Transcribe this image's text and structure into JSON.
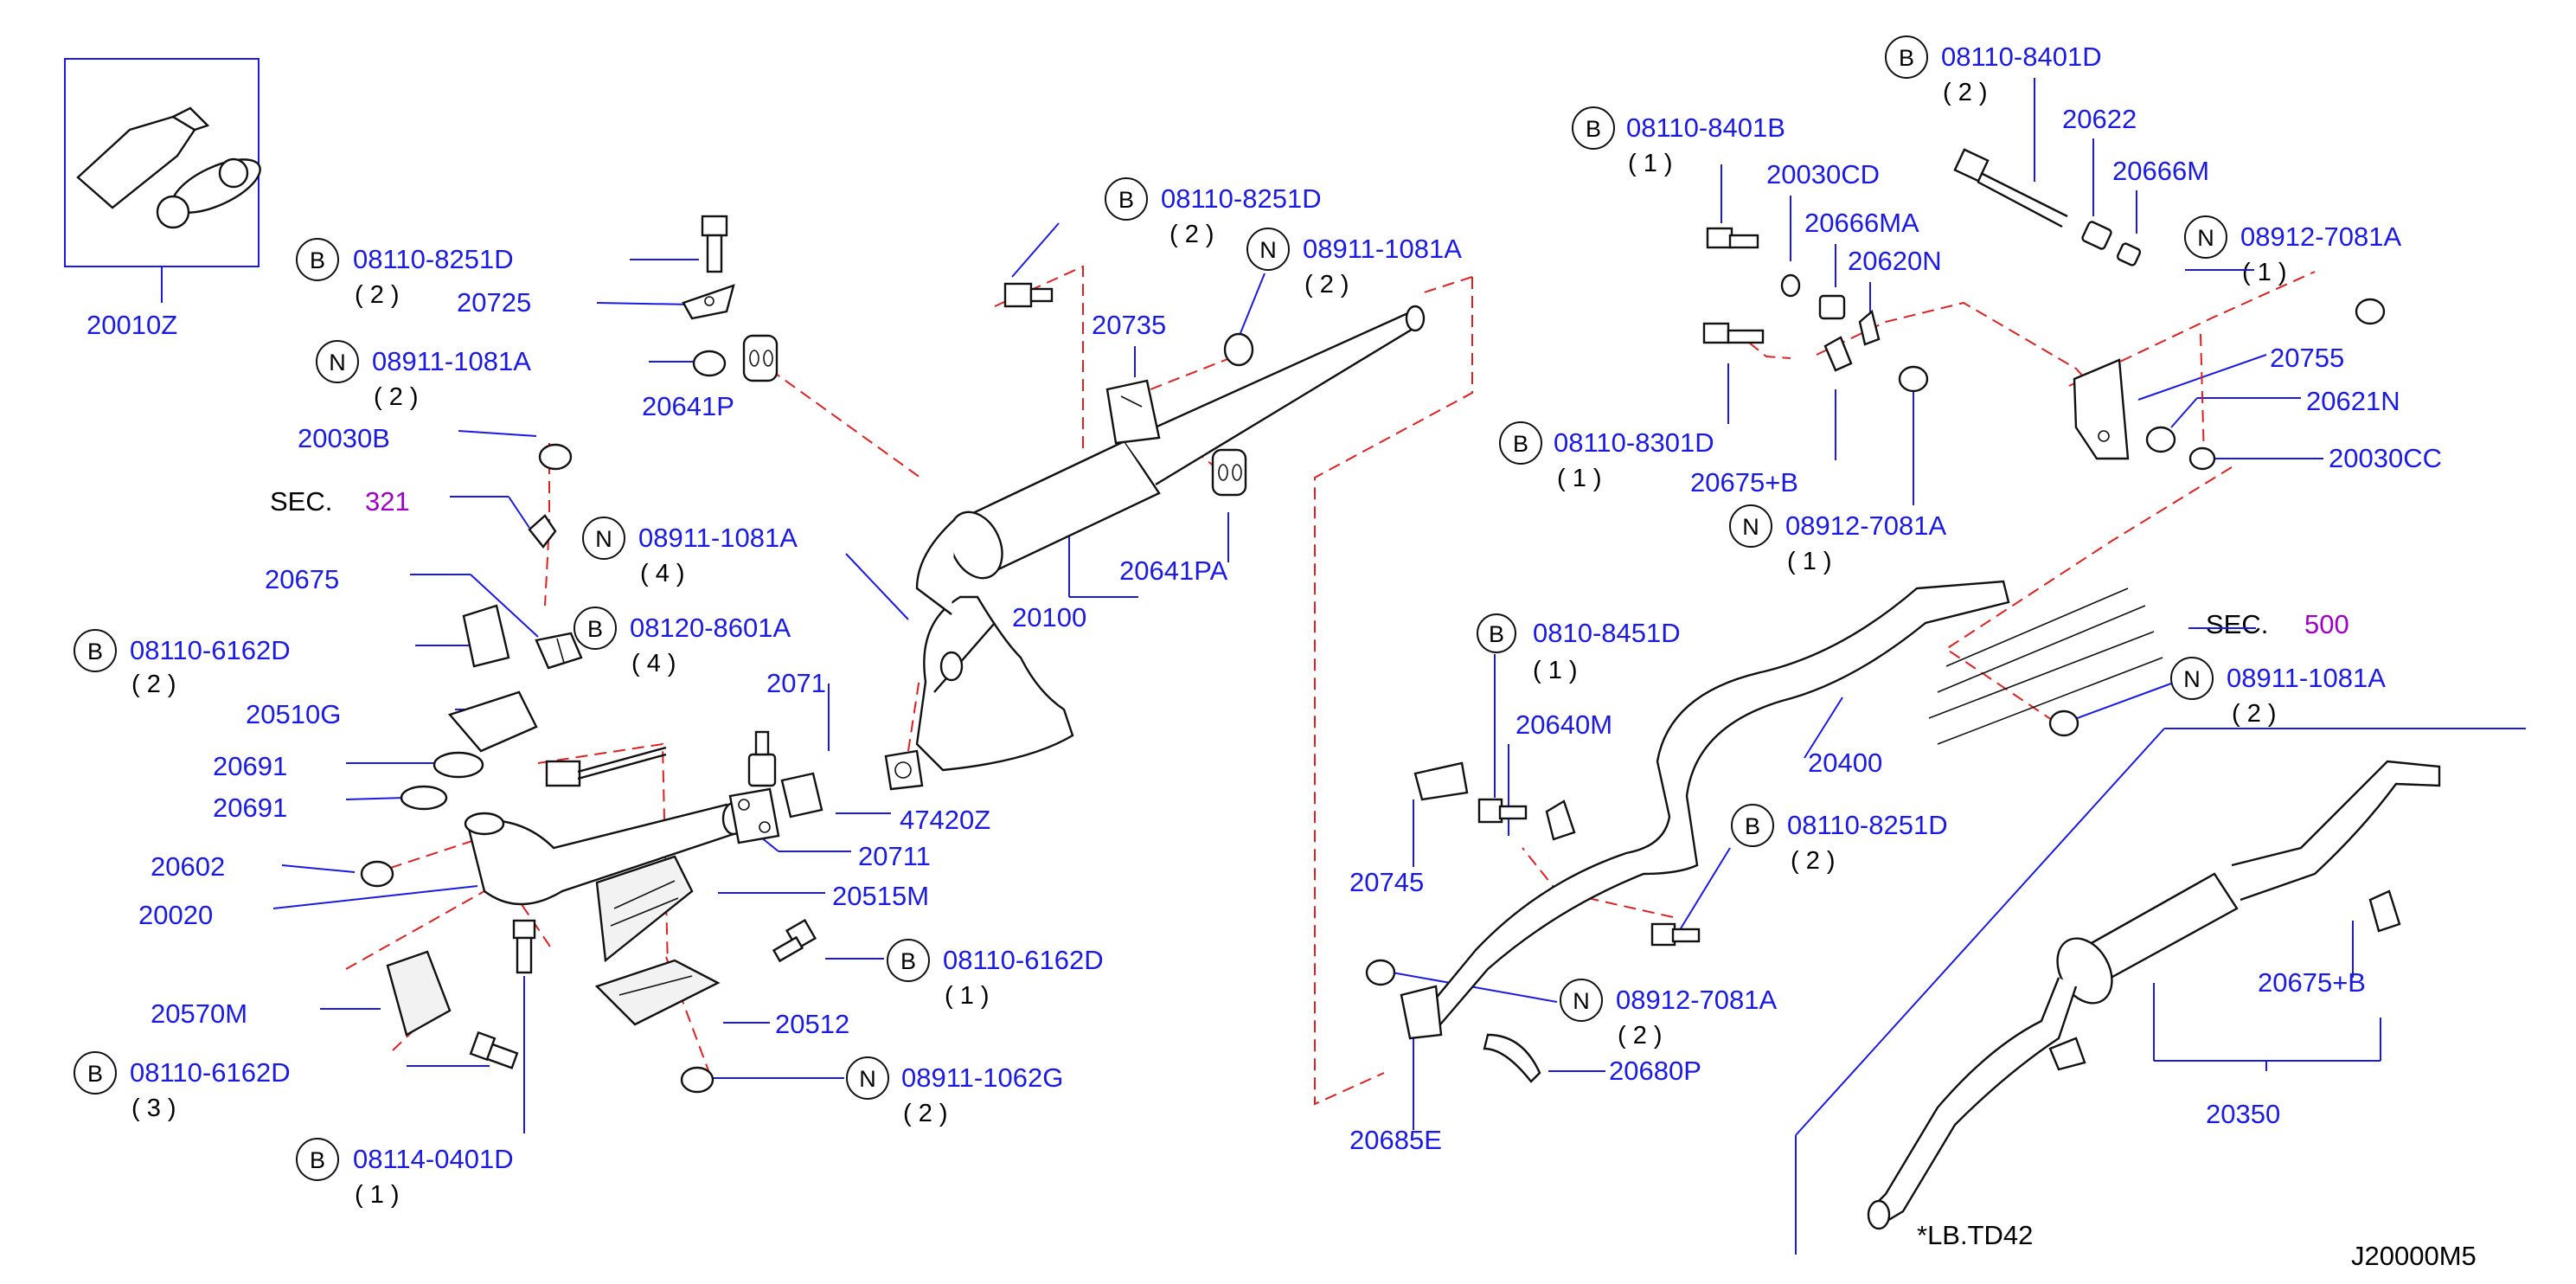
{
  "diagram_code": "J20000M5",
  "note_lb": "*LB.TD42",
  "labels": {
    "l20010Z": "20010Z",
    "l20725": "20725",
    "l20641P": "20641P",
    "l20030B": "20030B",
    "l20675": "20675",
    "l20510G": "20510G",
    "l20691a": "20691",
    "l20691b": "20691",
    "l20602": "20602",
    "l20020": "20020",
    "l20570M": "20570M",
    "l20735": "20735",
    "l20100": "20100",
    "l20641PA": "20641PA",
    "l2071x": "2071",
    "l47420Z": "47420Z",
    "l20711": "20711",
    "l20515M": "20515M",
    "l20512": "20512",
    "l20622": "20622",
    "l20030CD": "20030CD",
    "l20666M": "20666M",
    "l20666MA": "20666MA",
    "l20620N": "20620N",
    "l20755": "20755",
    "l20621N": "20621N",
    "l20030CC": "20030CC",
    "l20675B": "20675+B",
    "l20400": "20400",
    "l20640M": "20640M",
    "l20745": "20745",
    "l20685E": "20685E",
    "l20680P": "20680P",
    "l20675B2": "20675+B",
    "l20350": "20350"
  },
  "fasteners": {
    "f1_letter": "B",
    "f1_pn": "08110-8251D",
    "f1_qty": "( 2 )",
    "f2_letter": "N",
    "f2_pn": "08911-1081A",
    "f2_qty": "( 2 )",
    "f3_letter": "B",
    "f3_pn": "08110-8251D",
    "f3_qty": "( 2 )",
    "f4_letter": "N",
    "f4_pn": "08911-1081A",
    "f4_qty": "( 2 )",
    "f5_letter": "N",
    "f5_pn": "08911-1081A",
    "f5_qty": "( 4 )",
    "f6_letter": "B",
    "f6_pn": "08120-8601A",
    "f6_qty": "( 4 )",
    "f7_letter": "B",
    "f7_pn": "08110-6162D",
    "f7_qty": "( 2 )",
    "f8_letter": "B",
    "f8_pn": "08110-6162D",
    "f8_qty": "( 1 )",
    "f9_letter": "N",
    "f9_pn": "08911-1062G",
    "f9_qty": "( 2 )",
    "f10_letter": "B",
    "f10_pn": "08110-6162D",
    "f10_qty": "( 3 )",
    "f11_letter": "B",
    "f11_pn": "08114-0401D",
    "f11_qty": "( 1 )",
    "f12_letter": "B",
    "f12_pn": "08110-8401D",
    "f12_qty": "( 2 )",
    "f13_letter": "B",
    "f13_pn": "08110-8401B",
    "f13_qty": "( 1 )",
    "f14_letter": "N",
    "f14_pn": "08912-7081A",
    "f14_qty": "( 1 )",
    "f15_letter": "B",
    "f15_pn": "08110-8301D",
    "f15_qty": "( 1 )",
    "f16_letter": "N",
    "f16_pn": "08912-7081A",
    "f16_qty": "( 1 )",
    "f17_letter": "B",
    "f17_pn": "0810-8451D",
    "f17_qty": "( 1 )",
    "f18_letter": "N",
    "f18_pn": "08911-1081A",
    "f18_qty": "( 2 )",
    "f19_letter": "B",
    "f19_pn": "08110-8251D",
    "f19_qty": "( 2 )",
    "f20_letter": "N",
    "f20_pn": "08912-7081A",
    "f20_qty": "( 2 )"
  },
  "sections": {
    "sec321_label": "SEC.",
    "sec321_num": "321",
    "sec500_label": "SEC.",
    "sec500_num": "500"
  },
  "colors": {
    "part_number": "#1a1ae6",
    "leader_line": "#1a1ae6",
    "assembly_dash": "#e02020",
    "section_ref": "#a000c8"
  }
}
